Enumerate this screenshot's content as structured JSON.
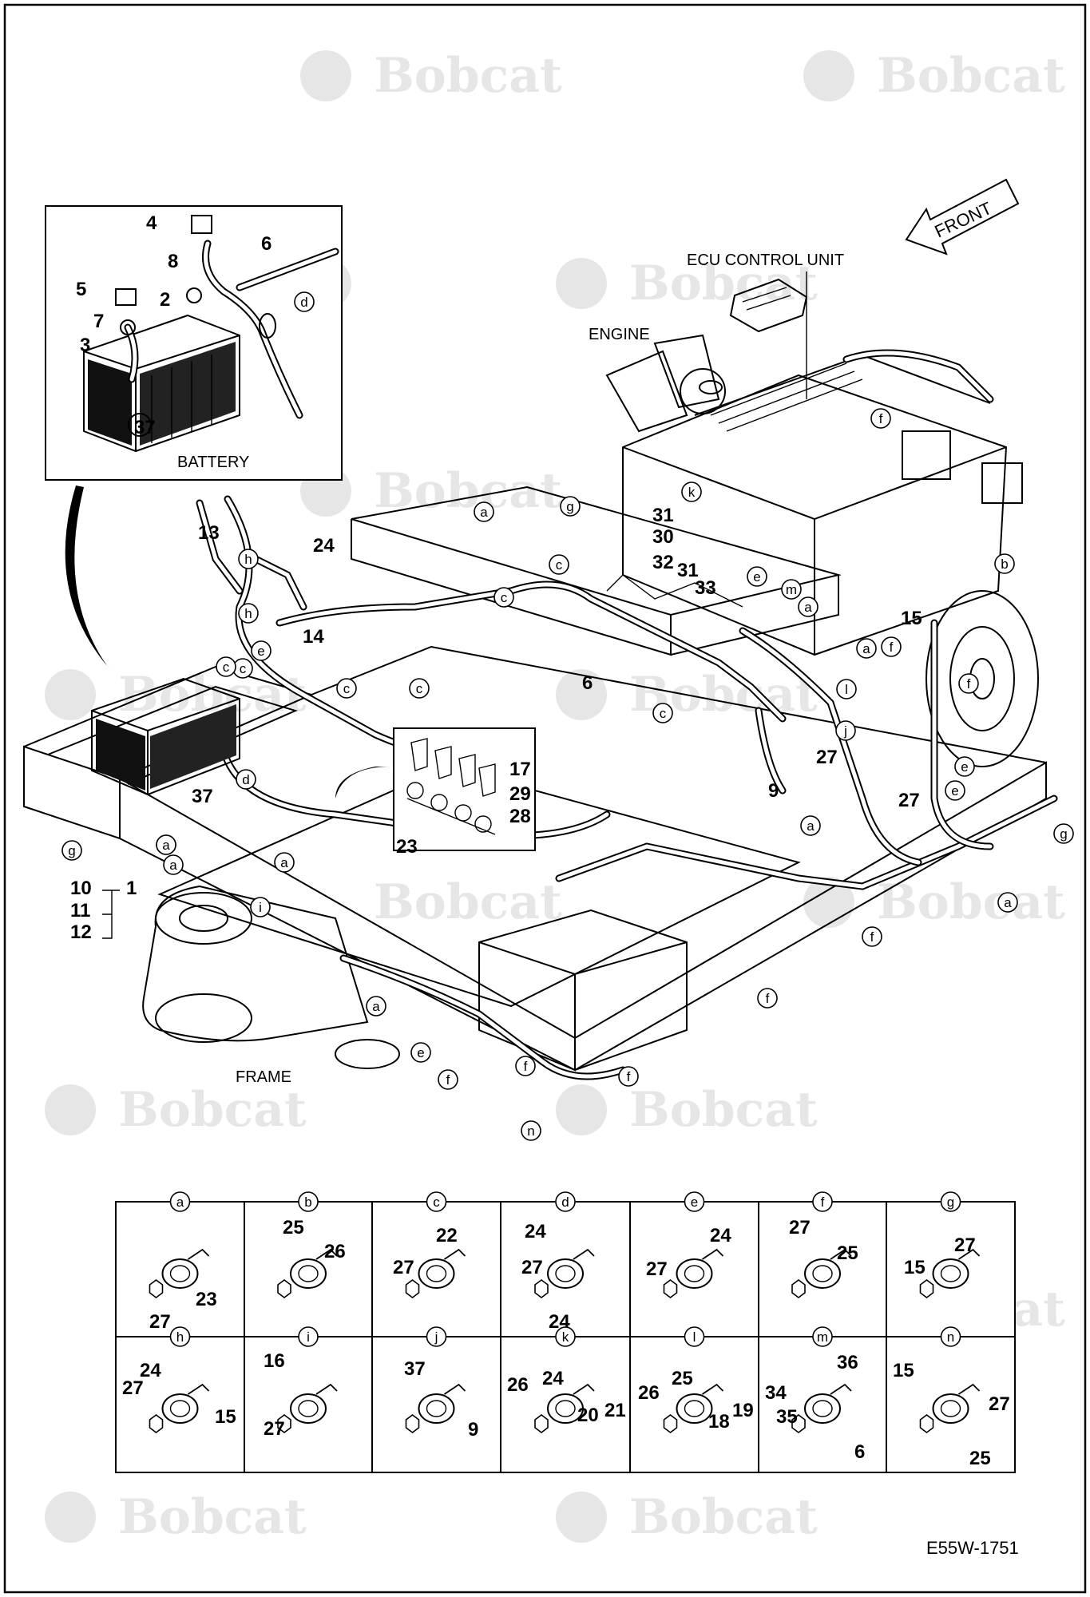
{
  "watermark": "Bobcat",
  "labels": {
    "battery": "BATTERY",
    "ecu": "ECU CONTROL UNIT",
    "engine": "ENGINE",
    "frame": "FRAME",
    "front": "FRONT",
    "figure_id": "E55W-1751"
  },
  "main_callouts": [
    "4",
    "6",
    "8",
    "5",
    "2",
    "7",
    "3",
    "37",
    "13",
    "24",
    "14",
    "31",
    "30",
    "32",
    "31",
    "33",
    "15",
    "17",
    "29",
    "28",
    "23",
    "6",
    "27",
    "9",
    "27",
    "37",
    "1",
    "10",
    "11",
    "12"
  ],
  "main_circles": [
    "d",
    "a",
    "h",
    "h",
    "e",
    "c",
    "c",
    "d",
    "g",
    "a",
    "a",
    "i",
    "c",
    "c",
    "c",
    "c",
    "c",
    "a",
    "a",
    "e",
    "f",
    "g",
    "k",
    "e",
    "m",
    "a",
    "f",
    "b",
    "a",
    "f",
    "l",
    "j",
    "e",
    "a",
    "e",
    "a",
    "g",
    "f",
    "f",
    "a",
    "f",
    "f",
    "f",
    "n"
  ],
  "detail_cells": [
    {
      "id": "a",
      "parts": [
        "23",
        "27"
      ]
    },
    {
      "id": "b",
      "parts": [
        "25",
        "26"
      ]
    },
    {
      "id": "c",
      "parts": [
        "27",
        "22"
      ]
    },
    {
      "id": "d",
      "parts": [
        "24",
        "27",
        "24"
      ]
    },
    {
      "id": "e",
      "parts": [
        "27",
        "24"
      ]
    },
    {
      "id": "f",
      "parts": [
        "27",
        "25"
      ]
    },
    {
      "id": "g",
      "parts": [
        "15",
        "27"
      ]
    },
    {
      "id": "h",
      "parts": [
        "24",
        "27",
        "15"
      ]
    },
    {
      "id": "i",
      "parts": [
        "16",
        "27"
      ]
    },
    {
      "id": "j",
      "parts": [
        "37",
        "9"
      ]
    },
    {
      "id": "k",
      "parts": [
        "26",
        "24",
        "20",
        "21"
      ]
    },
    {
      "id": "l",
      "parts": [
        "26",
        "25",
        "18",
        "19"
      ]
    },
    {
      "id": "m",
      "parts": [
        "34",
        "36",
        "35",
        "6"
      ]
    },
    {
      "id": "n",
      "parts": [
        "15",
        "27",
        "25"
      ]
    }
  ]
}
